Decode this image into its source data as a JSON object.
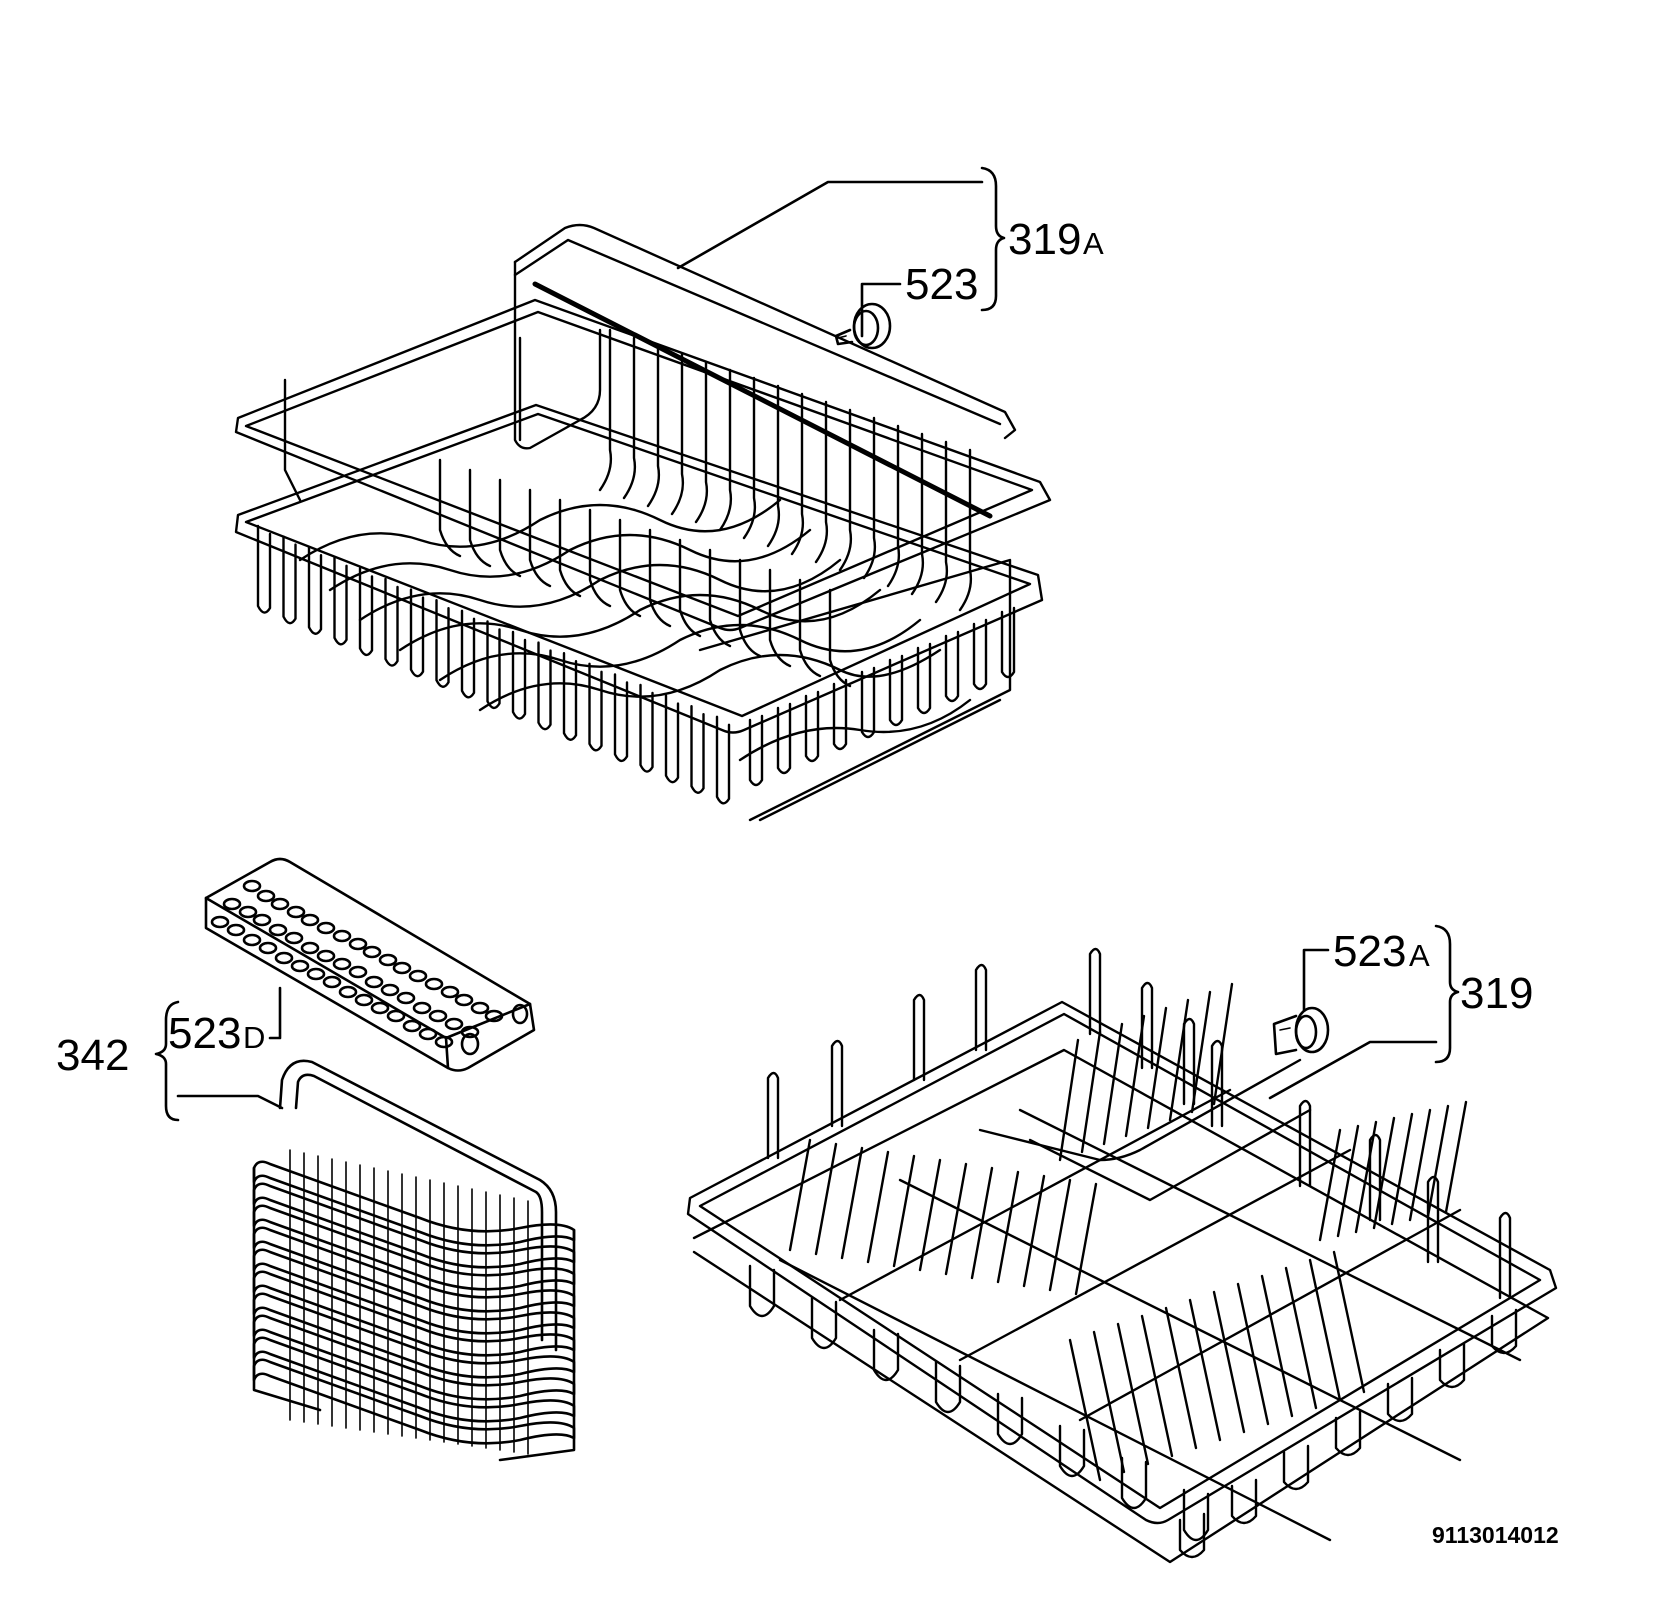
{
  "labels": {
    "upper_basket_group": "319",
    "upper_basket_group_suffix": "A",
    "upper_wheel": "523",
    "lower_basket_group": "319",
    "lower_wheel": "523",
    "lower_wheel_suffix": "A",
    "cutlery_group": "342",
    "cutlery_lid": "523",
    "cutlery_lid_suffix": "D"
  },
  "document_number": "9113014012"
}
